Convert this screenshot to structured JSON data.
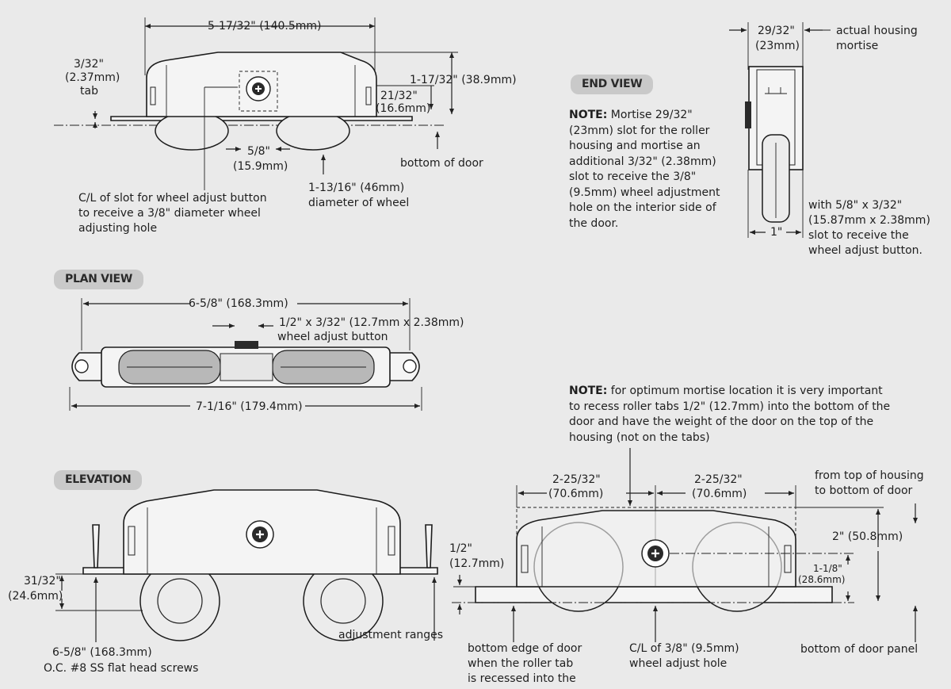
{
  "top_view": {
    "width_label": "5-17/32\" (140.5mm)",
    "tab_label_1": "3/32\"",
    "tab_label_2": "(2.37mm)",
    "tab_label_3": "tab",
    "height_label": "1-17/32\" (38.9mm)",
    "hub_label_1": "21/32\"",
    "hub_label_2": "(16.6mm)",
    "button_label_1": "5/8\"",
    "button_label_2": "(15.9mm)",
    "bottom_label": "bottom of door",
    "wheel_label_1": "1-13/16\" (46mm)",
    "wheel_label_2": "diameter of wheel",
    "cl_label_1": "C/L of slot for wheel adjust button",
    "cl_label_2": "to receive a 3/8\" diameter wheel",
    "cl_label_3": "adjusting hole"
  },
  "end_view": {
    "header": "END VIEW",
    "width_label_1": "29/32\"",
    "width_label_2": "(23mm)",
    "mortise_label_1": "actual housing",
    "mortise_label_2": "mortise",
    "note_bold": "NOTE:",
    "note_lines": [
      " Mortise 29/32\"",
      "(23mm) slot for the roller",
      "housing and mortise an",
      "additional 3/32\" (2.38mm)",
      "slot to receive the 3/8\"",
      "(9.5mm) wheel adjustment",
      "hole on the interior side of",
      "the door."
    ],
    "inch_label": "1\"",
    "slot_lines": [
      "with 5/8\" x 3/32\"",
      "(15.87mm x 2.38mm)",
      "slot to receive the",
      "wheel adjust button."
    ]
  },
  "plan_view": {
    "header": "PLAN VIEW",
    "oc_label": "6-5/8\" (168.3mm)",
    "button_label_1": "1/2\" x 3/32\" (12.7mm  x 2.38mm)",
    "button_label_2": "wheel adjust button",
    "overall_label": "7-1/16\" (179.4mm)"
  },
  "mortise_note": {
    "bold": "NOTE:",
    "lines": [
      " for optimum mortise location it is very important",
      "to recess roller tabs 1/2\" (12.7mm) into the bottom of the",
      "door and have the weight of the door on the top of the",
      "housing (not on the tabs)"
    ]
  },
  "elevation": {
    "header": "ELEVATION",
    "height_label_1": "31/32\"",
    "height_label_2": "(24.6mm)",
    "screws_label_1": "6-5/8\" (168.3mm)",
    "screws_label_2": "O.C. #8 SS flat head screws",
    "ranges_label": "adjustment ranges"
  },
  "installed": {
    "left_dim_1": "2-25/32\"",
    "left_dim_2": "(70.6mm)",
    "right_dim_1": "2-25/32\"",
    "right_dim_2": "(70.6mm)",
    "top_label_1": "from top of housing",
    "top_label_2": "to bottom of door",
    "recess_label_1": "1/2\"",
    "recess_label_2": "(12.7mm)",
    "two_inch_label": "2\" (50.8mm)",
    "axle_label_1": "1-1/8\"",
    "axle_label_2": "(28.6mm)",
    "edge_label_1": "bottom edge of door",
    "edge_label_2": "when the roller tab",
    "edge_label_3": "is recessed into the",
    "hole_label_1": "C/L of 3/8\" (9.5mm)",
    "hole_label_2": "wheel  adjust hole",
    "panel_label": "bottom of door panel"
  }
}
